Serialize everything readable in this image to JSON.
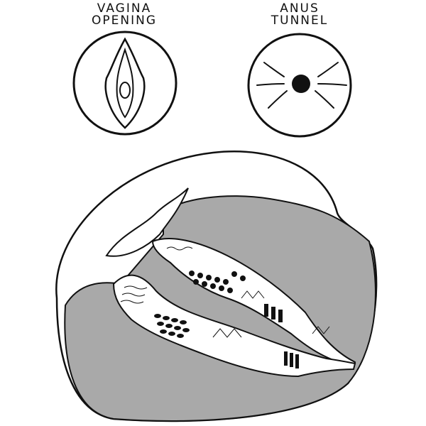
{
  "labels": {
    "vagina": [
      "VAGINA",
      "OPENING"
    ],
    "anus": [
      "ANUS",
      "TUNNEL"
    ]
  },
  "colors": {
    "body_fill": "#a9a9a9",
    "line": "#111111",
    "background": "#ffffff"
  }
}
